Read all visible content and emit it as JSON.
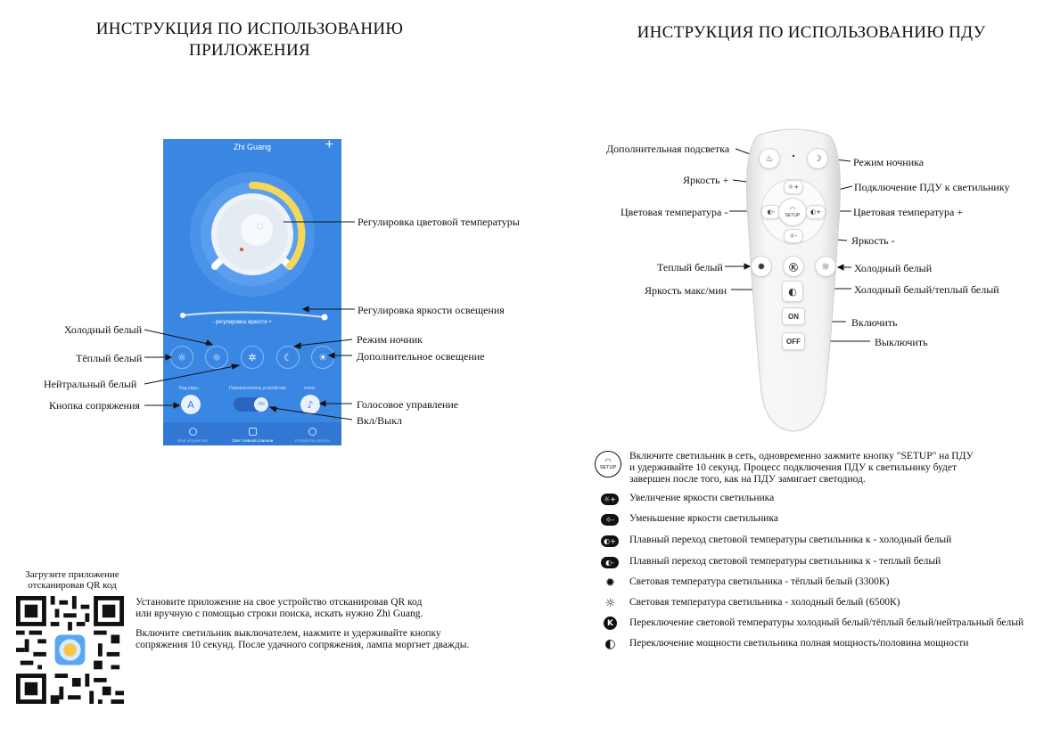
{
  "left": {
    "title_line1": "ИНСТРУКЦИЯ ПО ИСПОЛЬЗОВАНИЮ",
    "title_line2": "ПРИЛОЖЕНИЯ",
    "app": {
      "title": "Zhi Guang",
      "plus": "+",
      "brightness_caption": "- регулировка яркости +",
      "pair_caption": "Код пары",
      "switch_caption": "Переключатель устройства",
      "voice_caption": "голос",
      "switch_state": "ON",
      "tabs": [
        "Мои устройства",
        "Свет главной спальни",
        "Устройства группы"
      ]
    },
    "callouts": {
      "color_temp": "Регулировка цветовой температуры",
      "brightness": "Регулировка яркости освещения",
      "cold_white": "Холодный белый",
      "warm_white": "Тёплый белый",
      "neutral_white": "Нейтральный белый",
      "pair_button": "Кнопка сопряжения",
      "night_mode": "Режим ночник",
      "extra_light": "Дополнительное освещение",
      "voice": "Голосовое управление",
      "on_off": "Вкл/Выкл"
    },
    "qr_caption_line1": "Загрузите приложение",
    "qr_caption_line2": "отсканировав QR код",
    "para1_line1": "Установите приложение на свое устройство отсканировав QR код",
    "para1_line2": "или вручную с помощью строки поиска, искать нужно Zhi Guang.",
    "para2_line1": "Включите светильник выключателем, нажмите и удерживайте кнопку",
    "para2_line2": "сопряжения 10 секунд. После удачного сопряжения, лампа моргнет дважды."
  },
  "right": {
    "title": "ИНСТРУКЦИЯ ПО ИСПОЛЬЗОВАНИЮ ПДУ",
    "remote": {
      "setup": "SETUP",
      "on": "ON",
      "off": "OFF"
    },
    "callouts": {
      "extra_backlight": "Дополнительная подсветка",
      "night_mode": "Режим ночника",
      "brightness_plus": "Яркость +",
      "connect": "Подключение ПДУ к светильнику",
      "temp_minus": "Цветовая температура -",
      "temp_plus": "Цветовая температура +",
      "brightness_minus": "Яркость -",
      "warm_white": "Теплый белый",
      "cold_white": "Холодный белый",
      "cold_warm": "Холодный белый/теплый белый",
      "brightness_maxmin": "Яркость макс/мин",
      "turn_on": "Включить",
      "turn_off": "Выключить"
    },
    "setup_text_line1": "Включите светильник в сеть, одновременно зажмите кнопку \"SETUP\" на ПДУ",
    "setup_text_line2": "и удерживайте 10 секунд. Процесс подключения ПДУ к светильнику будет",
    "setup_text_line3": "завершен после того, как на ПДУ замигает светодиод.",
    "legend": [
      {
        "icon": "brightness-up-icon",
        "text": "Увеличение яркости светильника"
      },
      {
        "icon": "brightness-down-icon",
        "text": "Уменьшение яркости светильника"
      },
      {
        "icon": "temp-cold-icon",
        "text": "Плавный переход световой температуры светильника к - холодный белый"
      },
      {
        "icon": "temp-warm-icon",
        "text": "Плавный переход световой температуры светильника к - теплый белый"
      },
      {
        "icon": "warm-sun-icon",
        "text": "Световая температура светильника - тёплый белый (3300К)"
      },
      {
        "icon": "cold-sun-icon",
        "text": "Световая температура светильника - холодный белый (6500К)"
      },
      {
        "icon": "k-switch-icon",
        "text": "Переключение световой температуры холодный белый/тёплый белый/нейтральный белый"
      },
      {
        "icon": "half-moon-icon",
        "text": "Переключение мощности светильника полная мощность/половина мощности"
      }
    ]
  },
  "colors": {
    "app_blue": "#3a87e3",
    "dial_yellow": "#f5d75a",
    "text": "#111111"
  }
}
